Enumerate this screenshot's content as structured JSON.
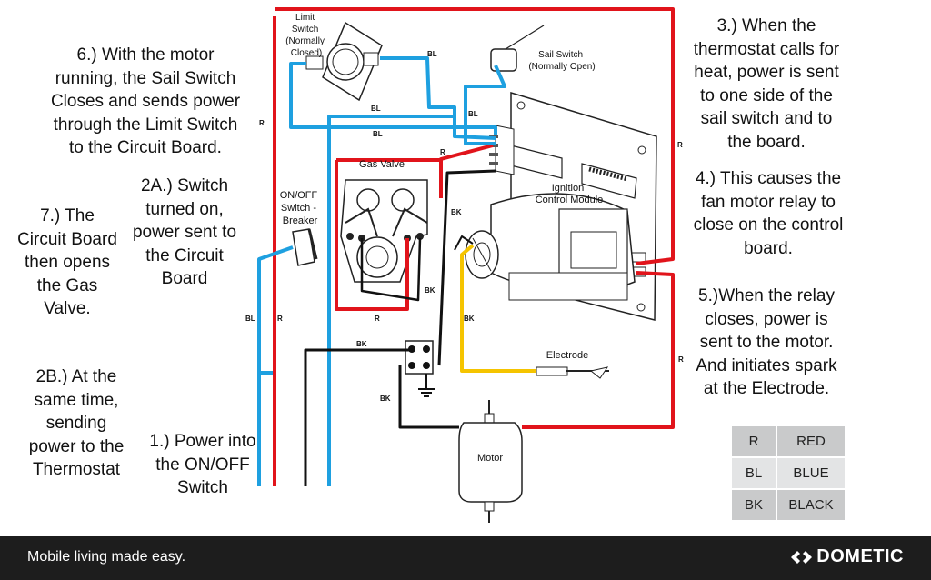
{
  "steps": {
    "s1": [
      "1.) Power into",
      "the ON/OFF",
      "Switch"
    ],
    "s2a": [
      "2A.) Switch",
      "turned on,",
      "power sent to",
      "the Circuit",
      "Board"
    ],
    "s2b": [
      "2B.) At the",
      "same time,",
      "sending",
      "power to the",
      "Thermostat"
    ],
    "s3": [
      "3.) When the",
      "thermostat calls for",
      "heat, power is sent",
      "to one side of the",
      "sail switch and to",
      "the board."
    ],
    "s4": [
      "4.) This causes the",
      "fan motor relay to",
      "close on the control",
      "board."
    ],
    "s5": [
      "5.)When the relay",
      "closes, power is",
      "sent to the motor.",
      "And initiates spark",
      "at the Electrode."
    ],
    "s6": [
      "6.) With the motor",
      "running, the Sail Switch",
      "Closes and sends power",
      "through the Limit Switch",
      "to the Circuit Board."
    ],
    "s7": [
      "7.) The",
      "Circuit Board",
      "then opens",
      "the Gas",
      "Valve."
    ]
  },
  "components": {
    "limit_switch": [
      "Limit",
      "Switch",
      "(Normally",
      "Closed)"
    ],
    "sail_switch": [
      "Sail Switch",
      "(Normally Open)"
    ],
    "gas_valve": "Gas Valve",
    "onoff": [
      "ON/OFF",
      "Switch -",
      "Breaker"
    ],
    "ignition": [
      "Ignition",
      "Control Module"
    ],
    "electrode": "Electrode",
    "motor": "Motor"
  },
  "wire_labels": {
    "blue": "BL",
    "red": "R",
    "black": "BK"
  },
  "legend": [
    {
      "code": "R",
      "name": "RED"
    },
    {
      "code": "BL",
      "name": "BLUE"
    },
    {
      "code": "BK",
      "name": "BLACK"
    }
  ],
  "wire_colors": {
    "red": "#e1141b",
    "blue": "#1ea0e0",
    "black": "#111111",
    "yellow": "#f5c400"
  },
  "footer": {
    "tagline": "Mobile living made easy.",
    "brand": "DOMETIC"
  }
}
